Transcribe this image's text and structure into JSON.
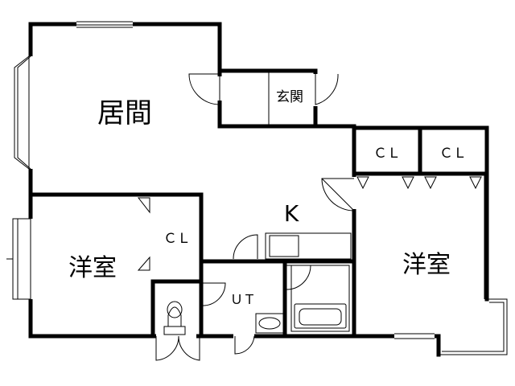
{
  "rooms": {
    "living": "居間",
    "entrance": "玄関",
    "kitchen": "K",
    "western_room_left": "洋室",
    "western_room_right": "洋室",
    "utility": "ＵＴ",
    "closet_left": "ＣＬ",
    "closet_right_1": "ＣＬ",
    "closet_right_2": "ＣＬ"
  }
}
